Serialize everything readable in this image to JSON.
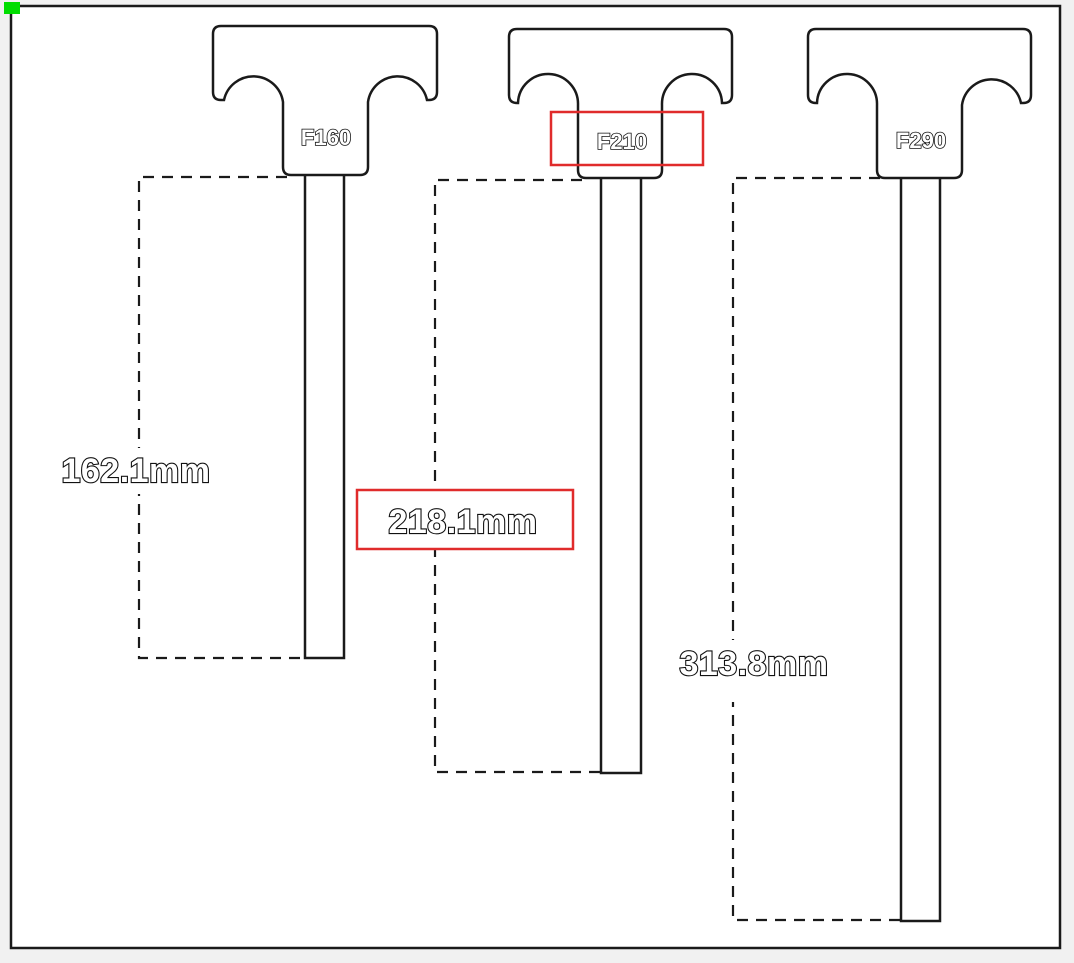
{
  "diagram": {
    "tools": [
      {
        "id": "f160",
        "label": "F160",
        "dimension": "162.1mm"
      },
      {
        "id": "f210",
        "label": "F210",
        "dimension": "218.1mm"
      },
      {
        "id": "f290",
        "label": "F290",
        "dimension": "313.8mm"
      }
    ],
    "highlight_color": "#e02b2b",
    "corner_marker_color": "#00dd00"
  }
}
